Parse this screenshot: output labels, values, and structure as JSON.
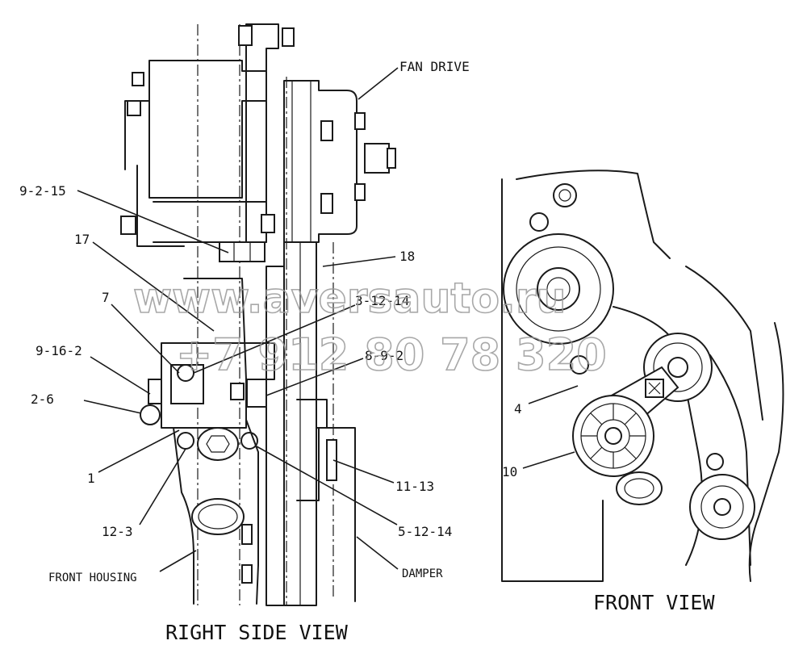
{
  "labels": {
    "fan_drive": "FAN DRIVE",
    "l_9_2_15": "9-2-15",
    "l_17": "17",
    "l_18": "18",
    "l_7": "7",
    "l_3_12_14": "3-12-14",
    "l_9_16_2": "9-16-2",
    "l_8_9_2": "8-9-2",
    "l_2_6": "2-6",
    "l_1": "1",
    "l_11_13": "11-13",
    "l_12_3": "12-3",
    "l_5_12_14": "5-12-14",
    "front_housing": "FRONT HOUSING",
    "damper": "DAMPER",
    "l_4": "4",
    "l_10": "10"
  },
  "views": {
    "right_side": "RIGHT SIDE VIEW",
    "front": "FRONT VIEW"
  },
  "watermark": {
    "site": "www.aversauto.ru",
    "phone": "+7 912 80 78 320"
  }
}
